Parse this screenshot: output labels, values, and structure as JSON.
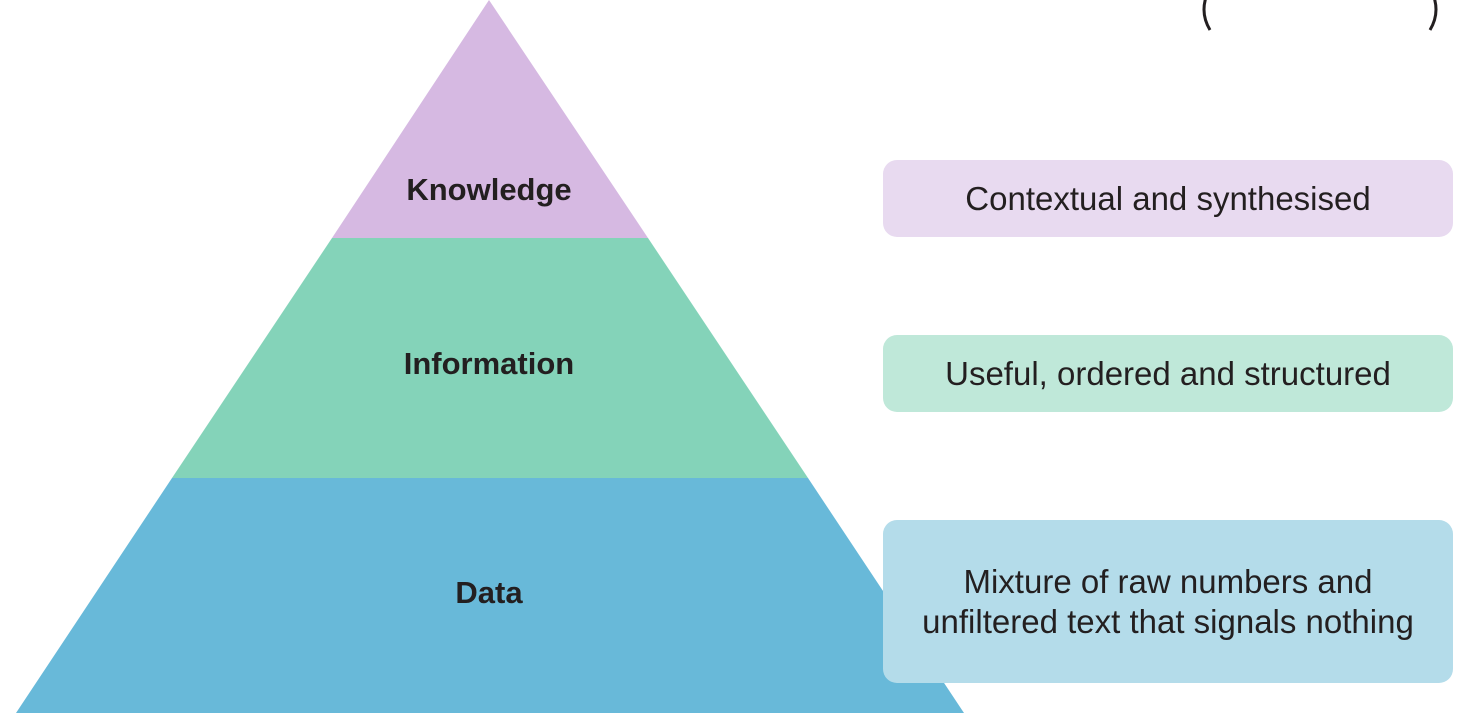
{
  "colors": {
    "knowledge_tier": "#d6b9e2",
    "information_tier": "#84d3b9",
    "data_tier": "#68b9d9",
    "knowledge_box": "#e8daf0",
    "information_box": "#bfe8d9",
    "data_box": "#b4dcea",
    "text": "#231f20"
  },
  "pyramid": {
    "tiers": [
      {
        "id": "knowledge",
        "label": "Knowledge"
      },
      {
        "id": "information",
        "label": "Information"
      },
      {
        "id": "data",
        "label": "Data"
      }
    ]
  },
  "descriptions": {
    "knowledge": "Contextual and synthesised",
    "information": "Useful, ordered and structured",
    "data": "Mixture of raw numbers and unfiltered text that signals nothing"
  }
}
